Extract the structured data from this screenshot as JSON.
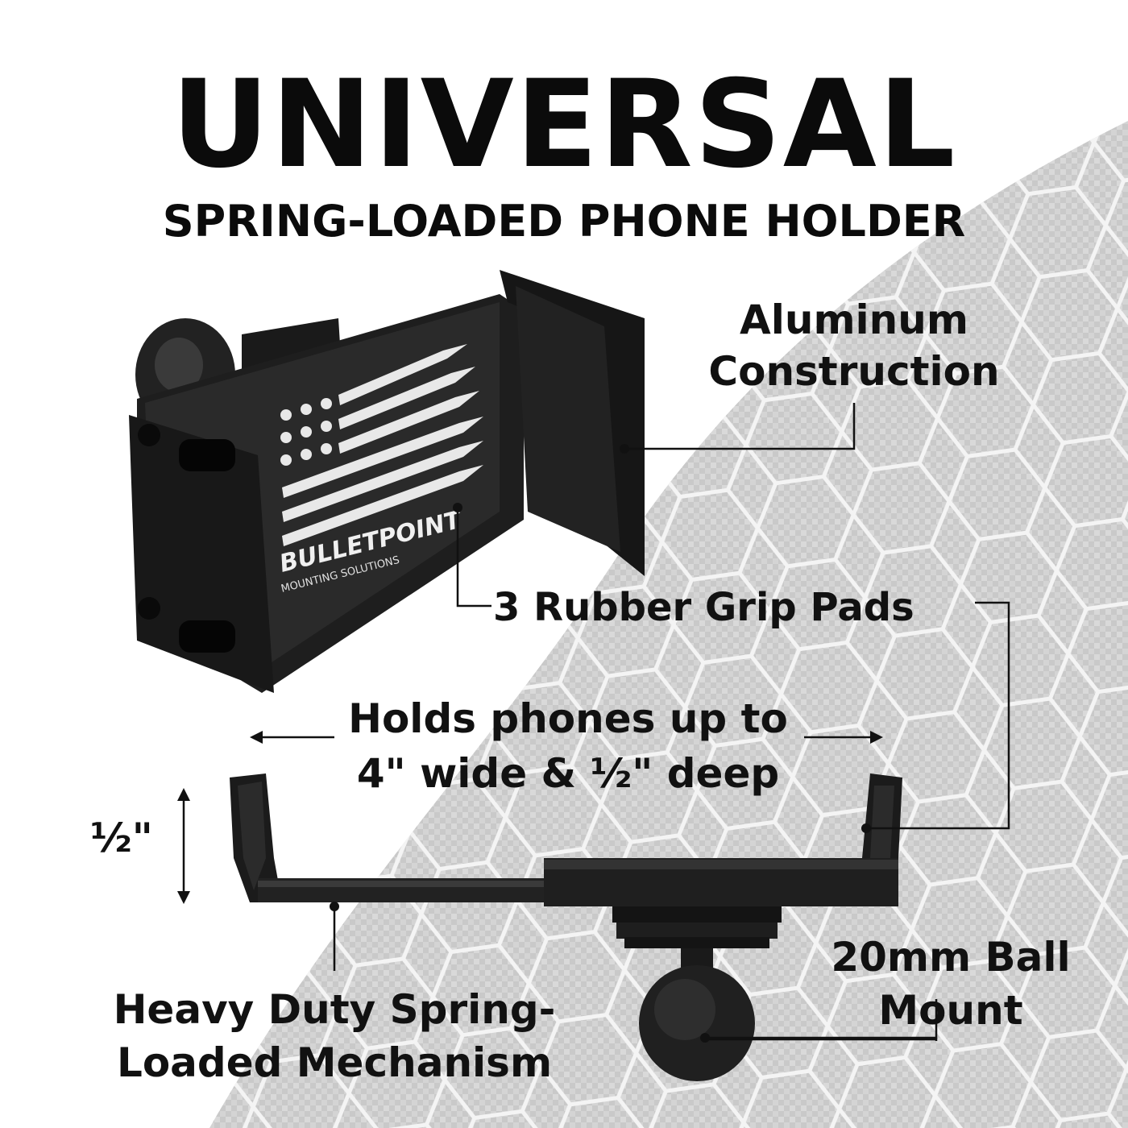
{
  "header": {
    "title": "UNIVERSAL",
    "subtitle": "SPRING-LOADED PHONE HOLDER"
  },
  "callouts": {
    "aluminum_line1": "Aluminum",
    "aluminum_line2": "Construction",
    "grip_pads": "3 Rubber Grip Pads",
    "holds_line1": "Holds phones up to",
    "holds_line2": "4\" wide & ½\" deep",
    "depth": "½\"",
    "mechanism_line1": "Heavy Duty Spring-",
    "mechanism_line2": "Loaded Mechanism",
    "ball_line1": "20mm Ball",
    "ball_line2": "Mount"
  },
  "brand": {
    "logo_text": "BULLETPOINT",
    "logo_subtext": "MOUNTING SOLUTIONS"
  },
  "colors": {
    "background": "#ffffff",
    "carbon_pattern": "#cfcfcf",
    "product_metal": "#1c1c1c",
    "text": "#111111"
  }
}
